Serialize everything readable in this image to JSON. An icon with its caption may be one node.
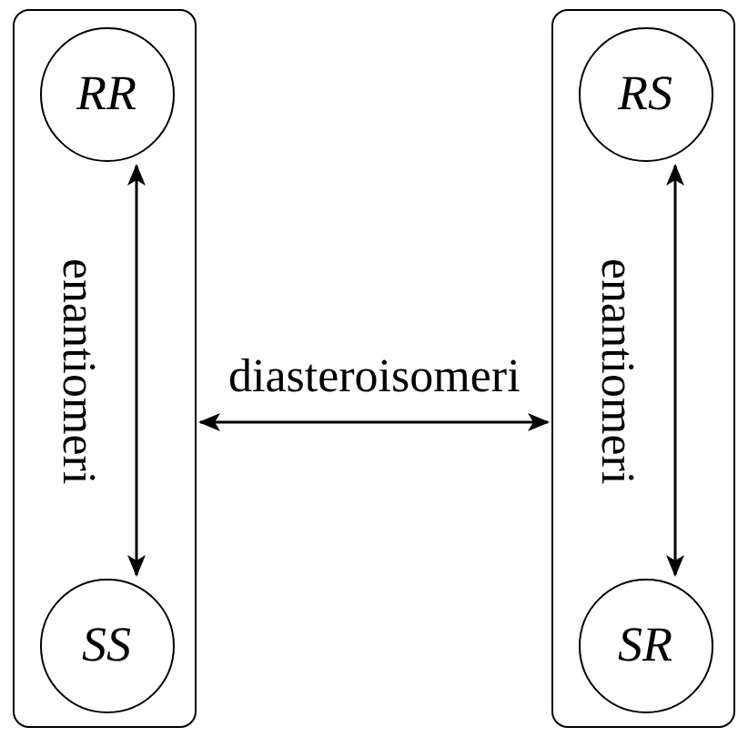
{
  "diagram": {
    "nodes": [
      {
        "text": [],
        "shape": "box"
      },
      {
        "text": [
          "RR"
        ],
        "in": 0
      },
      {
        "text": [
          "SS"
        ],
        "in": 0
      },
      {
        "text": [],
        "shape": "box"
      },
      {
        "text": [
          "RS"
        ],
        "in": 3
      },
      {
        "text": [
          "SR"
        ],
        "in": 3
      }
    ],
    "edges": [
      {
        "from": 1,
        "to": 2,
        "arrow": "both",
        "label": "enantiomeri"
      },
      {
        "from": 4,
        "to": 5,
        "arrow": "both",
        "label": "enantiomeri"
      },
      {
        "from": 0,
        "to": 3,
        "arrow": "both",
        "label": "diasteroisomeri"
      }
    ]
  }
}
